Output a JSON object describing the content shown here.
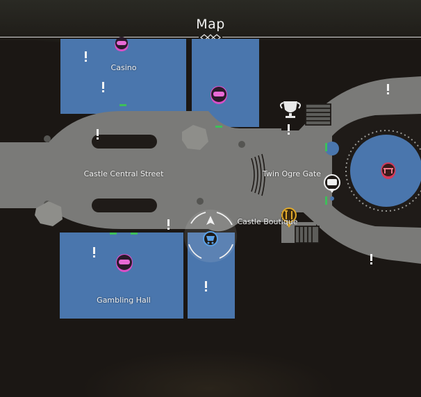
{
  "header": {
    "title": "Map"
  },
  "locations": {
    "casino": "Casino",
    "castle_central_street": "Castle Central Street",
    "twin_ogre_gate": "Twin Ogre Gate",
    "castle_boutique": "Castle Boutique",
    "gambling_hall": "Gambling Hall"
  },
  "colors": {
    "building_blue": "#4a76ad",
    "street_gray": "#7a7a78",
    "pin_magenta": "#d84fc6",
    "pin_red": "#d23a5a",
    "icon_gold": "#e0a92a",
    "door_green": "#3ebf5a",
    "background": "#1b1714"
  },
  "icons": [
    "gamepad-icon",
    "trophy-icon",
    "exclamation-icon",
    "player-arrow-icon",
    "shop-cart-icon",
    "restaurant-icon",
    "chat-bubble-icon",
    "people-icon"
  ]
}
